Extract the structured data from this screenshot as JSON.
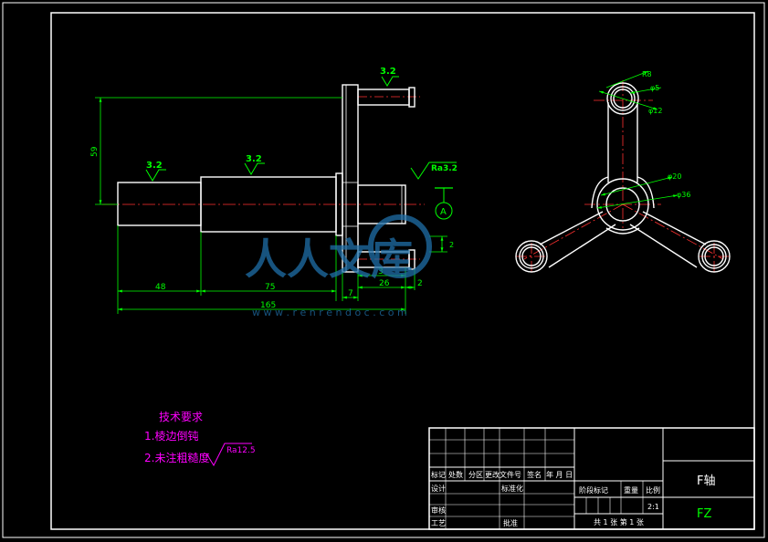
{
  "colors": {
    "background": "#000000",
    "outline": "#ffffff",
    "centerline": "#ff3030",
    "dimension": "#00ff00",
    "annotation": "#ff00ff",
    "watermark": "#1f6fa8"
  },
  "side_view": {
    "roughness_top": "3.2",
    "roughness_left": "3.2",
    "roughness_mid": "3.2",
    "roughness_right": "Ra3.2",
    "datum": "A",
    "dim_height": "59",
    "dim_right_small": "2",
    "dim_bottom": [
      "48",
      "75",
      "3",
      "26",
      "7",
      "2"
    ],
    "dim_total": "165"
  },
  "front_view": {
    "dim_r8": "R8",
    "dim_d5": "φ5",
    "dim_d12": "φ12",
    "dim_d20": "φ20",
    "dim_d36": "φ36"
  },
  "tech_req": {
    "title": "技术要求",
    "item1": "1.棱边倒钝",
    "item2": "2.未注粗糙度",
    "roughness": "Ra12.5"
  },
  "title_block": {
    "h_mark": "标记",
    "h_count": "处数",
    "h_zone": "分区",
    "h_doc": "更改文件号",
    "h_sign": "签名",
    "h_date": "年 月 日",
    "h_design": "设计",
    "h_standard": "标准化",
    "h_stage": "阶段标记",
    "h_weight": "重量",
    "h_scale": "比例",
    "scale_value": "2:1",
    "h_review": "审核",
    "h_process": "工艺",
    "h_approve": "批准",
    "sheets": "共 1 张   第 1 张",
    "part_name": "F轴",
    "part_code": "FZ"
  },
  "watermark": {
    "text": "人人文库",
    "url": "w w w . r e n r e n d o c . c o m"
  }
}
